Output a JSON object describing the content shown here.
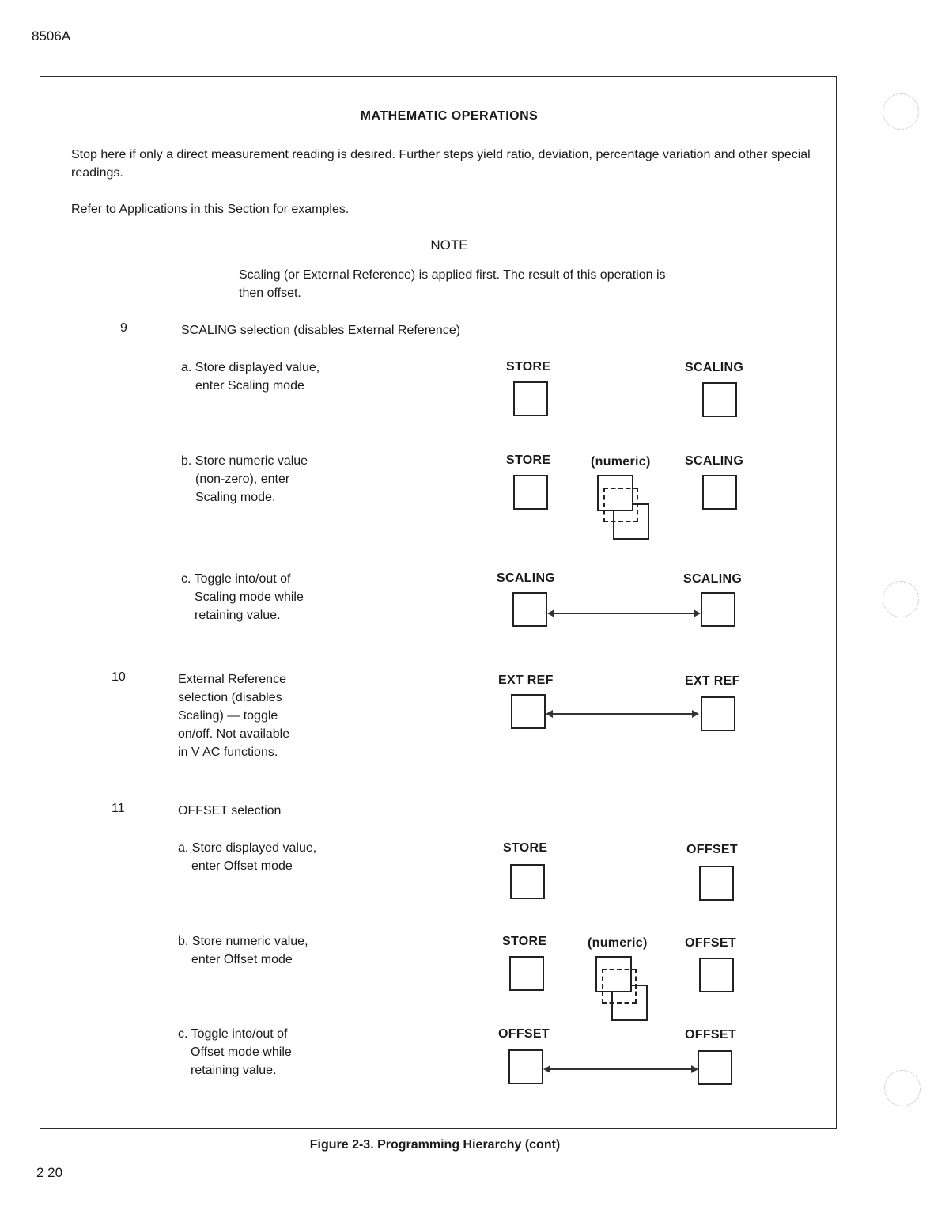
{
  "header": {
    "model": "8506A"
  },
  "page_number": "2 20",
  "title": "MATHEMATIC OPERATIONS",
  "intro": "Stop here if only a direct measurement reading is desired. Further steps yield ratio, deviation, percentage variation and other special readings.",
  "refer": "Refer to Applications in this Section for examples.",
  "note": {
    "heading": "NOTE",
    "text": "Scaling (or External Reference) is applied first. The result of this operation is then offset."
  },
  "step9": {
    "number": "9",
    "title": "SCALING selection (disables External Reference)",
    "a": {
      "line1": "a. Store displayed value,",
      "line2": "enter Scaling mode",
      "key1": "STORE",
      "key2": "SCALING"
    },
    "b": {
      "line1": "b. Store numeric value",
      "line2": "(non-zero), enter",
      "line3": "Scaling mode.",
      "key1": "STORE",
      "key_mid": "(numeric)",
      "key2": "SCALING"
    },
    "c": {
      "line1": "c. Toggle into/out of",
      "line2": "Scaling mode while",
      "line3": "retaining value.",
      "key1": "SCALING",
      "key2": "SCALING"
    }
  },
  "step10": {
    "number": "10",
    "line1": "External Reference",
    "line2": "selection (disables",
    "line3": "Scaling) — toggle",
    "line4": "on/off. Not available",
    "line5": "in V AC functions.",
    "key1": "EXT REF",
    "key2": "EXT REF"
  },
  "step11": {
    "number": "11",
    "title": "OFFSET selection",
    "a": {
      "line1": "a. Store displayed value,",
      "line2": "enter Offset mode",
      "key1": "STORE",
      "key2": "OFFSET"
    },
    "b": {
      "line1": "b. Store numeric value,",
      "line2": "enter Offset mode",
      "key1": "STORE",
      "key_mid": "(numeric)",
      "key2": "OFFSET"
    },
    "c": {
      "line1": "c. Toggle into/out of",
      "line2": "Offset mode while",
      "line3": "retaining value.",
      "key1": "OFFSET",
      "key2": "OFFSET"
    }
  },
  "caption": "Figure 2-3. Programming Hierarchy (cont)"
}
